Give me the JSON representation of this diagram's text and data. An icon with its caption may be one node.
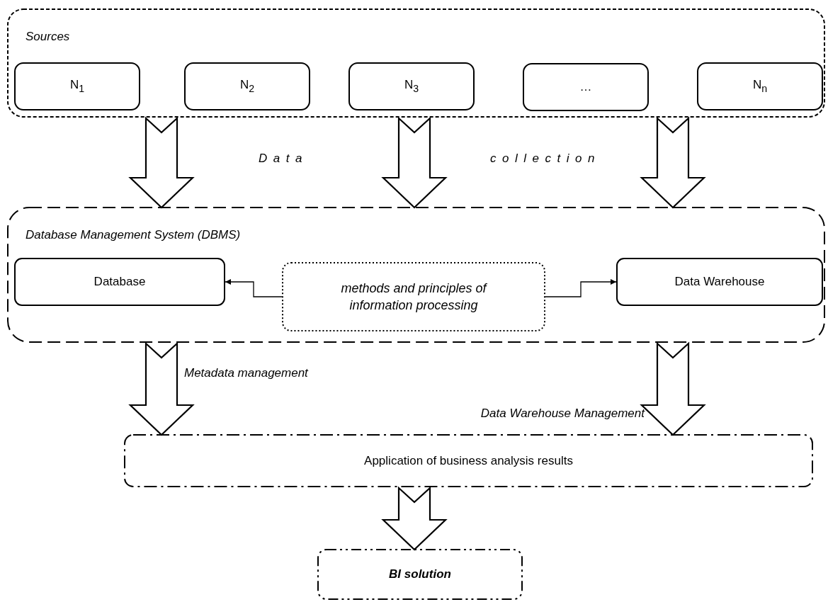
{
  "diagram": {
    "nodes": [
      {
        "text": [
          "Sources"
        ]
      },
      {
        "text": [
          "N$_{1}$"
        ],
        "in": 0
      },
      {
        "text": [
          "N$_{2}$"
        ],
        "in": 0
      },
      {
        "text": [
          "N$_{3}$"
        ],
        "in": 0
      },
      {
        "text": [
          "…"
        ],
        "in": 0
      },
      {
        "text": [
          "N$_{n}$"
        ],
        "in": 0
      },
      {
        "text": [
          "Database Management System (DBMS)"
        ]
      },
      {
        "text": [
          "Database"
        ],
        "in": 6
      },
      {
        "text": [
          "methods and principles of information processing"
        ],
        "in": 6
      },
      {
        "text": [
          "Data Warehouse"
        ],
        "in": 6
      },
      {
        "text": [
          "Application of business analysis results"
        ]
      },
      {
        "text": [
          "BI solution"
        ]
      }
    ],
    "edges": [
      {
        "from": 0,
        "to": 6,
        "arrow": "to"
      },
      {
        "from": 0,
        "to": 6,
        "arrow": "to"
      },
      {
        "from": 0,
        "to": 6,
        "arrow": "to"
      },
      {
        "from": 8,
        "to": 7,
        "arrow": "to"
      },
      {
        "from": 8,
        "to": 9,
        "arrow": "to"
      },
      {
        "from": 6,
        "to": 10,
        "arrow": "to",
        "label": "Metadata management"
      },
      {
        "from": 6,
        "to": 10,
        "arrow": "to",
        "label": "Data Warehouse Management"
      },
      {
        "from": 10,
        "to": 11,
        "arrow": "to"
      }
    ],
    "labels": [
      "Data",
      "collection"
    ]
  }
}
